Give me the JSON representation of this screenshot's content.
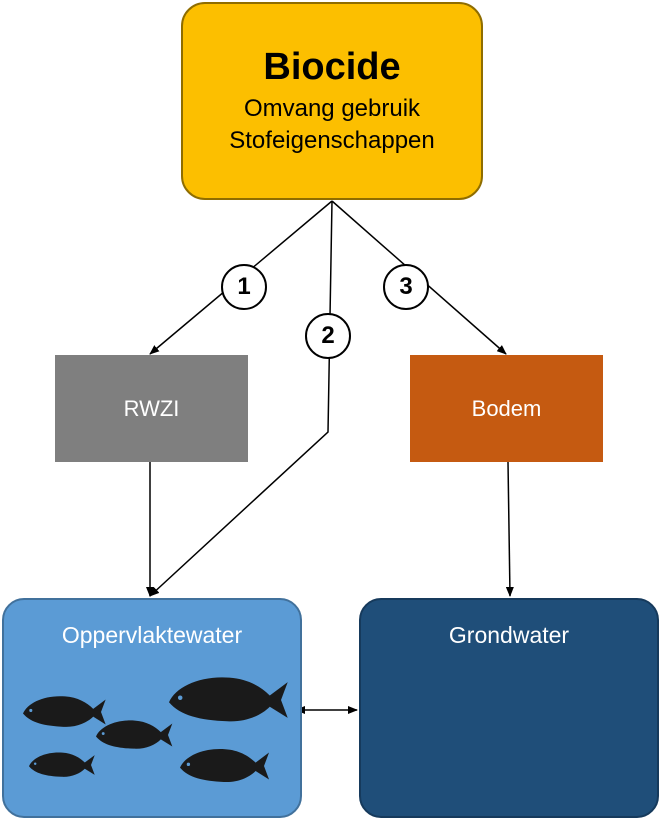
{
  "biocide": {
    "title": "Biocide",
    "line1": "Omvang gebruik",
    "line2": "Stofeigenschappen"
  },
  "rwzi": {
    "label": "RWZI"
  },
  "bodem": {
    "label": "Bodem"
  },
  "oppervlaktewater": {
    "label": "Oppervlaktewater"
  },
  "grondwater": {
    "label": "Grondwater"
  },
  "pathways": [
    "1",
    "2",
    "3"
  ],
  "colors": {
    "biocide": "#fcbf00",
    "rwzi": "#7f7f7f",
    "bodem": "#c55a11",
    "oppervlaktewater": "#5b9bd5",
    "grondwater": "#1f4e79"
  },
  "icons": {
    "fish": "fish-silhouette-icon"
  }
}
